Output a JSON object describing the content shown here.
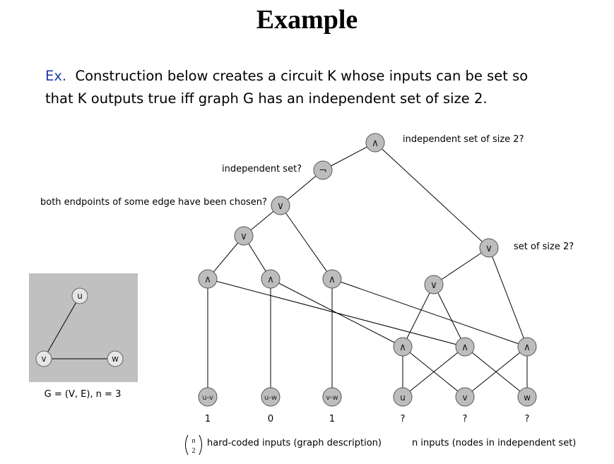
{
  "title": "Example",
  "intro": {
    "ex_label": "Ex.",
    "line1": "Construction below creates a circuit K whose inputs can be set so",
    "line2": "that K outputs true iff graph G has an independent set of size 2."
  },
  "colors": {
    "node_fill": "#bdbdbd",
    "panel_fill": "#c0c0c0",
    "ex_blue": "#1f3aa8"
  },
  "annotations": {
    "top": "independent set of size 2?",
    "independent_set": "independent set?",
    "both_endpoints": "both endpoints of some edge have been chosen?",
    "size_2": "set of size 2?"
  },
  "gates": {
    "top_and": "∧",
    "not_gate": "¬",
    "or_gate": "∨",
    "or_left": "∨",
    "or_right": "∨",
    "or_vars": "∨",
    "and_gate": "∧"
  },
  "hardcoded_inputs": [
    {
      "label": "u-v",
      "value": "1"
    },
    {
      "label": "u-w",
      "value": "0"
    },
    {
      "label": "v-w",
      "value": "1"
    }
  ],
  "node_inputs": [
    {
      "label": "u",
      "value": "?"
    },
    {
      "label": "v",
      "value": "?"
    },
    {
      "label": "w",
      "value": "?"
    }
  ],
  "graph": {
    "nodes": [
      "u",
      "v",
      "w"
    ],
    "label": "G = (V, E), n = 3"
  },
  "binomial": {
    "top": "n",
    "bottom": "2"
  },
  "footer": {
    "hardcoded": "hard-coded inputs (graph description)",
    "n_inputs": "n inputs (nodes in independent set)"
  }
}
